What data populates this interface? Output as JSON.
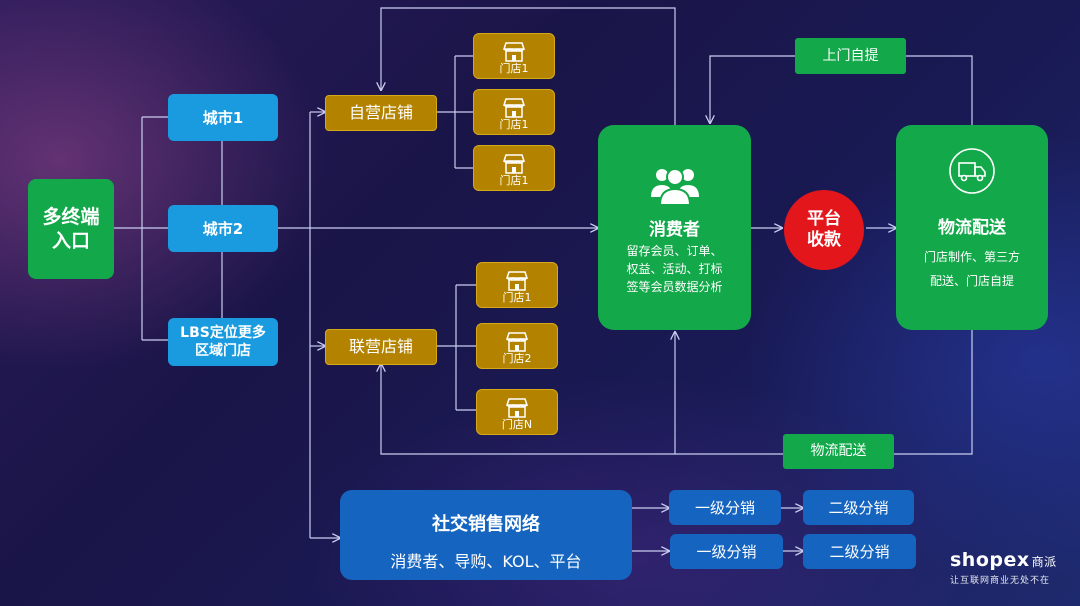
{
  "entry": {
    "label": "多终端入口"
  },
  "cities": {
    "city1": "城市1",
    "city2": "城市2",
    "lbs": "LBS定位更多区域门店"
  },
  "channels": {
    "self_operated": "自营店铺",
    "joint_operated": "联营店铺"
  },
  "stores_self": [
    "门店1",
    "门店1",
    "门店1"
  ],
  "stores_joint": [
    "门店1",
    "门店2",
    "门店N"
  ],
  "consumer": {
    "title": "消费者",
    "description_lines": [
      "留存会员、订单、",
      "权益、活动、打标",
      "签等会员数据分析"
    ]
  },
  "platform": {
    "label_line1": "平台",
    "label_line2": "收款"
  },
  "logistics": {
    "title": "物流配送",
    "description_lines": [
      "门店制作、第三方",
      "配送、门店自提"
    ]
  },
  "pickup_label": "上门自提",
  "delivery_label": "物流配送",
  "social": {
    "title": "社交销售网络",
    "subtitle": "消费者、导购、KOL、平台"
  },
  "distribution": {
    "level1_top": "一级分销",
    "level2_top": "二级分销",
    "level1_bottom": "一级分销",
    "level2_bottom": "二级分销"
  },
  "brand": {
    "logo": "shopex",
    "logo_cn": "商派",
    "slogan": "让互联网商业无处不在"
  },
  "colors": {
    "green": "#13a84a",
    "blue": "#1a9be0",
    "gold": "#b38300",
    "red": "#e3161c",
    "dark_blue": "#1565c0"
  }
}
